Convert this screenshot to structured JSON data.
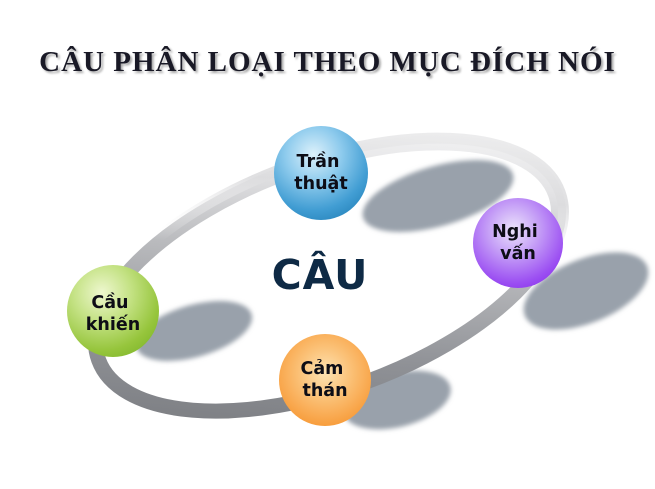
{
  "slide": {
    "title": "CÂU PHÂN LOẠI THEO MỤC ĐÍCH NÓI",
    "title_color": "#191926",
    "background_color": "#ffffff"
  },
  "diagram": {
    "type": "cycle-ring",
    "text_color": "#0d0d16",
    "ring_dark_color": "#737579",
    "ring_light_color": "#ffffff",
    "shadow_color": "#99a1ab",
    "center": {
      "label": "CÂU",
      "color": "#0e2a45"
    },
    "nodes": [
      {
        "name": "tran-thuat",
        "line1": "Trần",
        "line2": "thuật",
        "full_label": "Trần thuật",
        "color": "#2e8fc6",
        "position": "top"
      },
      {
        "name": "nghi-van",
        "line1": "Nghi",
        "line2": "vấn",
        "full_label": "Nghi vấn",
        "color": "#8a2ce8",
        "position": "right"
      },
      {
        "name": "cau-khien",
        "line1": "Cầu",
        "line2": "khiến",
        "full_label": "Cầu khiến",
        "color": "#7cb829",
        "position": "left"
      },
      {
        "name": "cam-than",
        "line1": "Cảm",
        "line2": "thán",
        "full_label": "Cảm thán",
        "color": "#f5871b",
        "position": "bottom"
      }
    ]
  }
}
